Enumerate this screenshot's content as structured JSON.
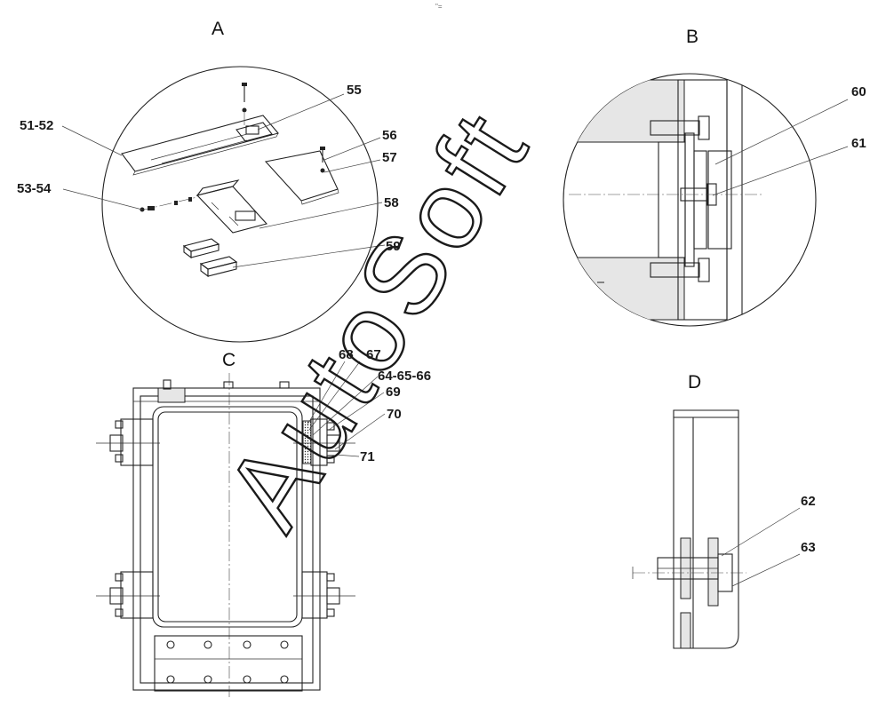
{
  "top_mark": "\"=",
  "views": {
    "a": "A",
    "b": "B",
    "c": "C",
    "d": "D"
  },
  "parts": {
    "p51_52": "51-52",
    "p53_54": "53-54",
    "p55": "55",
    "p56": "56",
    "p57": "57",
    "p58": "58",
    "p59": "59",
    "p60": "60",
    "p61": "61",
    "p62": "62",
    "p63": "63",
    "p64_65_66": "64-65-66",
    "p67": "67",
    "p68": "68",
    "p69": "69",
    "p70": "70",
    "p71": "71"
  },
  "watermark": "AutoSoft"
}
